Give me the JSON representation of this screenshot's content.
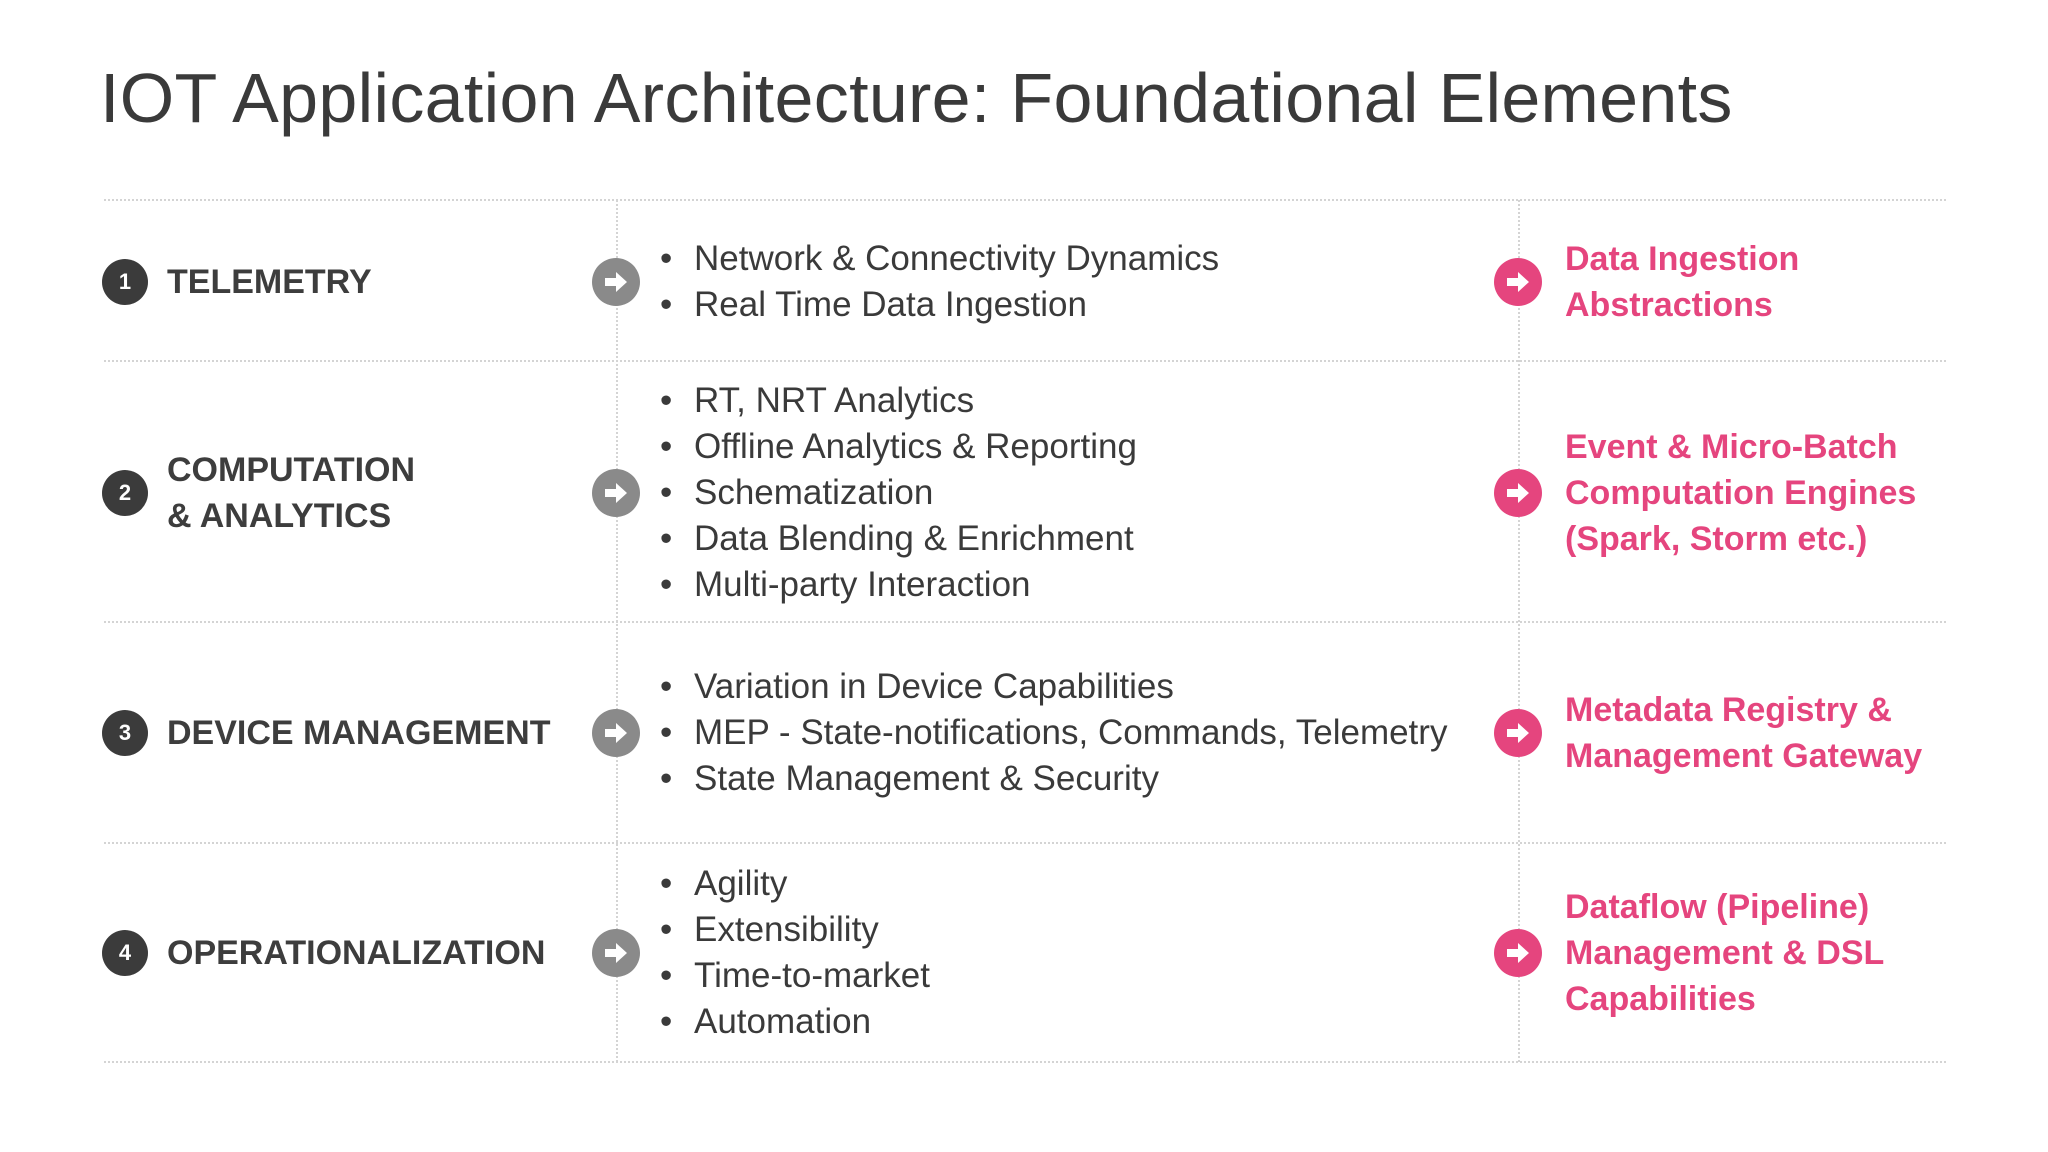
{
  "title": "IOT Application Architecture: Foundational Elements",
  "colors": {
    "accent": "#e5457e",
    "badge": "#3b3b3b",
    "arrow_gray": "#8a8a8a",
    "text": "#3a3a3a",
    "divider": "#d4d4d4"
  },
  "rows": [
    {
      "number": "1",
      "label": "TELEMETRY",
      "bullets": [
        "Network & Connectivity Dynamics",
        "Real Time Data Ingestion"
      ],
      "outcome": "Data Ingestion\nAbstractions"
    },
    {
      "number": "2",
      "label": "COMPUTATION\n& ANALYTICS",
      "bullets": [
        "RT, NRT Analytics",
        "Offline Analytics & Reporting",
        "Schematization",
        "Data Blending & Enrichment",
        "Multi-party Interaction"
      ],
      "outcome": "Event & Micro-Batch\nComputation Engines\n(Spark, Storm etc.)"
    },
    {
      "number": "3",
      "label": "DEVICE MANAGEMENT",
      "bullets": [
        "Variation in Device Capabilities",
        "MEP - State-notifications, Commands, Telemetry",
        "State Management & Security"
      ],
      "outcome": "Metadata Registry &\nManagement Gateway"
    },
    {
      "number": "4",
      "label": "OPERATIONALIZATION",
      "bullets": [
        "Agility",
        "Extensibility",
        "Time-to-market",
        "Automation"
      ],
      "outcome": "Dataflow (Pipeline)\nManagement & DSL\nCapabilities"
    }
  ],
  "icons": {
    "middle_arrow": "arrow-right-circle-icon",
    "outcome_arrow": "arrow-right-circle-icon"
  }
}
